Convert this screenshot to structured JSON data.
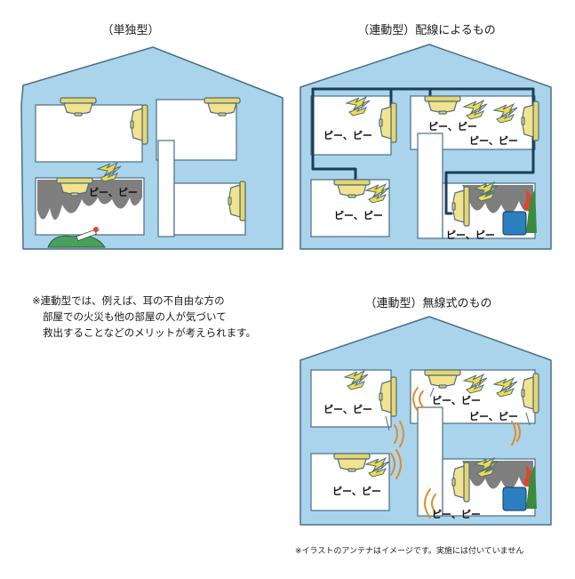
{
  "panels": {
    "standalone": {
      "title": "（単独型）"
    },
    "wired": {
      "title": "（連動型）配線によるもの"
    },
    "wireless": {
      "title": "（連動型）無線式のもの"
    }
  },
  "beep_label": "ピー、ピー",
  "note_linked": {
    "line1": "※連動型では、例えば、耳の不自由な方の",
    "line2": "部屋での火災も他の部屋の人が気づいて",
    "line3": "救出することなどのメリットが考えられます。"
  },
  "note_antenna": "※イラストのアンテナはイメージです。実施には付いていません",
  "colors": {
    "house": "#a9d4ec",
    "detector": "#f3e38e",
    "sound_burst": "#f2dc48",
    "wire": "#1d3d59",
    "radio_wave": "#e08a2c"
  }
}
